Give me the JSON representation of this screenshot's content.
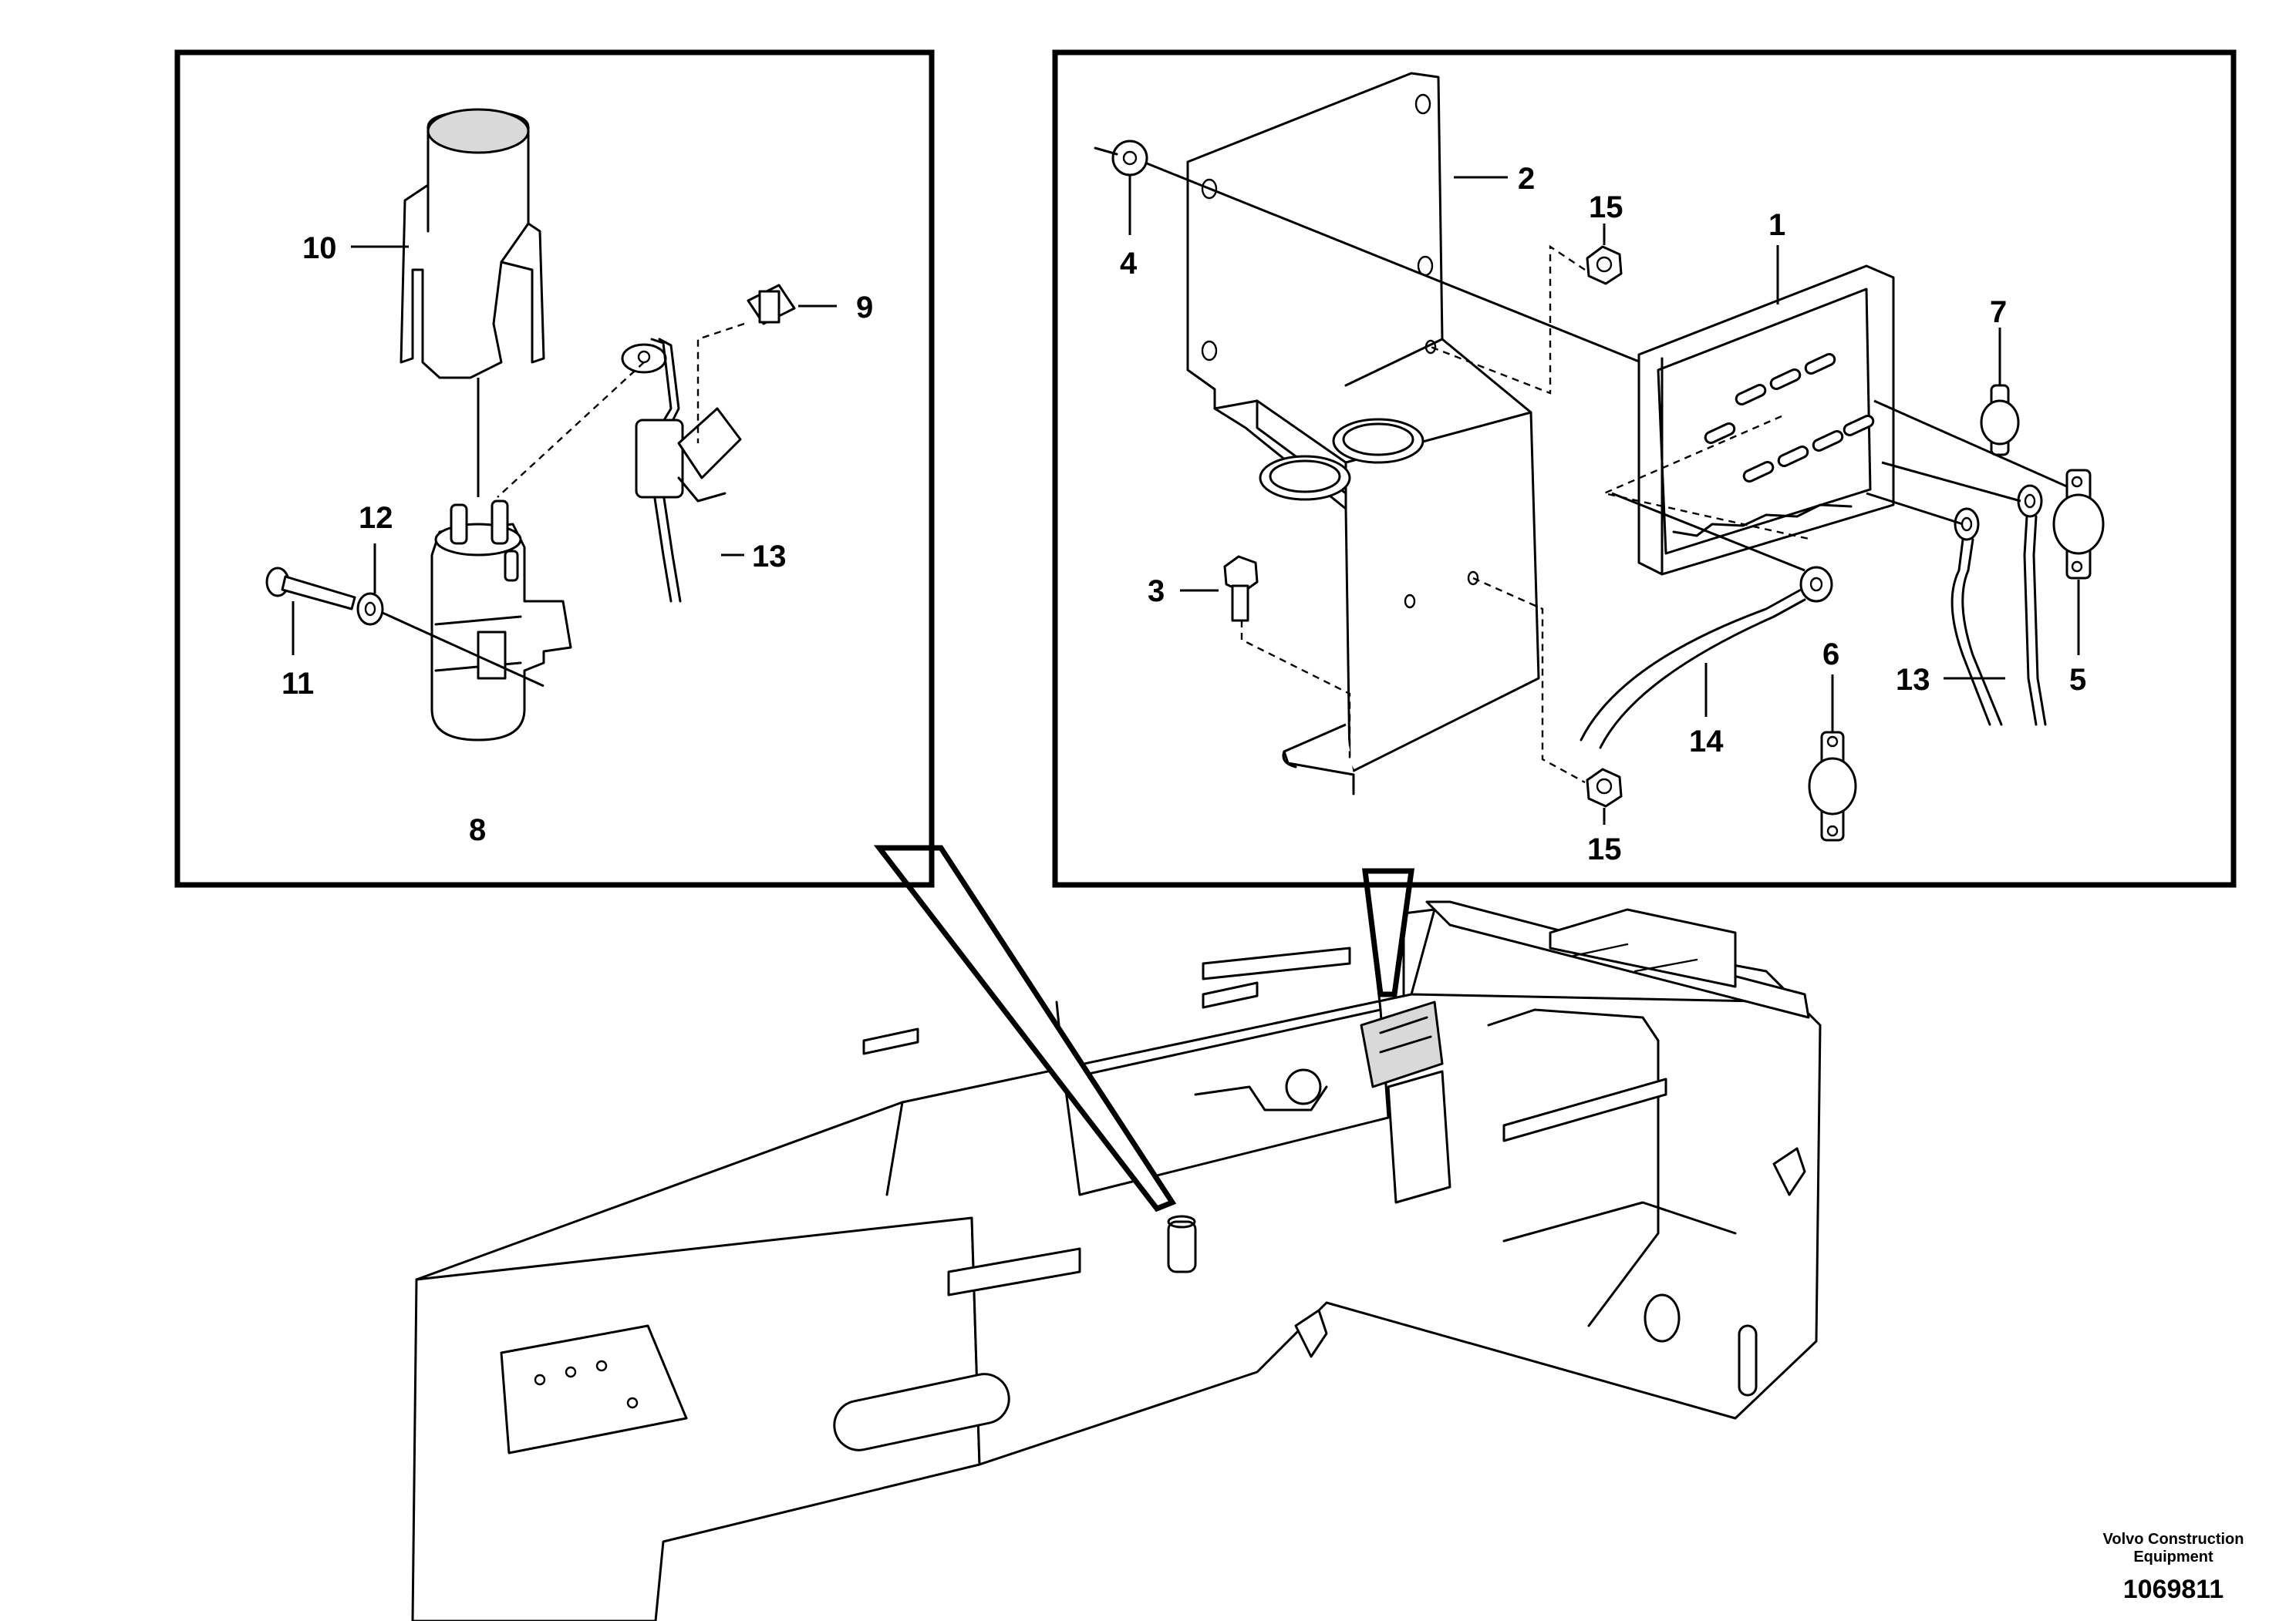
{
  "left_detail": {
    "labels": {
      "p10": "10",
      "p9": "9",
      "p12": "12",
      "p13": "13",
      "p11": "11",
      "p8": "8"
    }
  },
  "right_detail": {
    "labels": {
      "p2": "2",
      "p15a": "15",
      "p1": "1",
      "p4": "4",
      "p7": "7",
      "p3": "3",
      "p6": "6",
      "p13": "13",
      "p5": "5",
      "p14": "14",
      "p15b": "15"
    }
  },
  "footer": {
    "maker_line1": "Volvo Construction",
    "maker_line2": "Equipment",
    "drawing_number": "1069811"
  }
}
